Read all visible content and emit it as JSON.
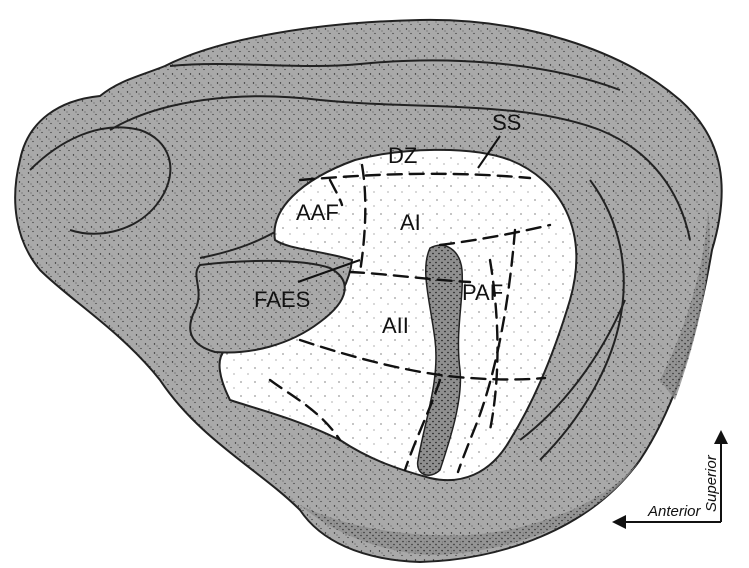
{
  "labels": {
    "ss": "SS",
    "dz": "DZ",
    "aaf": "AAF",
    "ai": "AI",
    "faes": "FAES",
    "paf": "PAF",
    "aii": "AII"
  },
  "orientation": {
    "superior": "Superior",
    "anterior": "Anterior"
  },
  "colors": {
    "cortex": "#a9a9a9",
    "auditory_area": "#ffffff",
    "ink": "#111111"
  }
}
